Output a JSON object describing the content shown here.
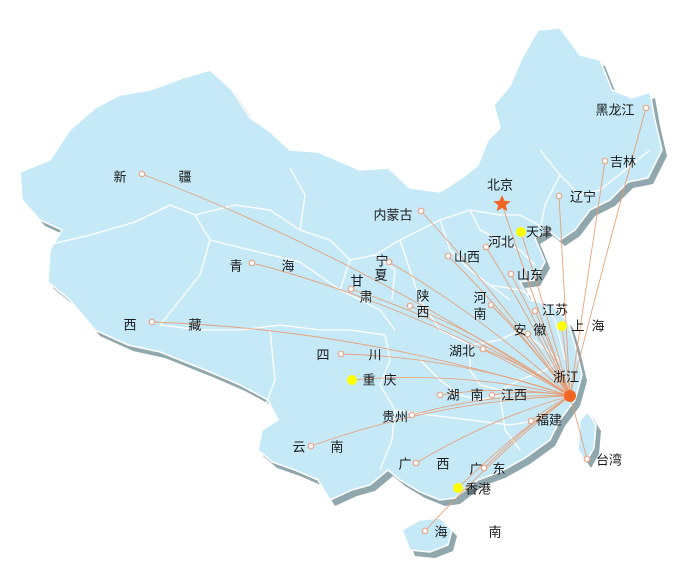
{
  "map": {
    "colors": {
      "land": "#c6e9f8",
      "land_shadow": "#8fa7ad",
      "border": "#ffffff",
      "route": "#e89a6e",
      "hub": "#f26522",
      "city_dot": "#ffff00",
      "province_dot": "#e8a48a",
      "star": "#f26522"
    },
    "hub": {
      "name": "浙江",
      "icon": "hub-dot-icon"
    },
    "capital": {
      "name": "北京",
      "icon": "star-icon"
    },
    "provinces": [
      {
        "id": "xinjiang",
        "parts": [
          "新",
          "疆"
        ]
      },
      {
        "id": "xizang",
        "parts": [
          "西",
          "藏"
        ]
      },
      {
        "id": "qinghai",
        "parts": [
          "青",
          "海"
        ]
      },
      {
        "id": "gansu",
        "parts": [
          "甘",
          "肃"
        ]
      },
      {
        "id": "ningxia",
        "parts": [
          "宁",
          "夏"
        ]
      },
      {
        "id": "neimenggu",
        "parts": [
          "内蒙古"
        ]
      },
      {
        "id": "shaanxi",
        "parts": [
          "陕",
          "西"
        ]
      },
      {
        "id": "shanxi",
        "parts": [
          "山西"
        ]
      },
      {
        "id": "hebei",
        "parts": [
          "河北"
        ]
      },
      {
        "id": "tianjin",
        "parts": [
          "天津"
        ]
      },
      {
        "id": "shandong",
        "parts": [
          "山东"
        ]
      },
      {
        "id": "henan",
        "parts": [
          "河",
          "南"
        ]
      },
      {
        "id": "jiangsu",
        "parts": [
          "江苏"
        ]
      },
      {
        "id": "anhui",
        "parts": [
          "安",
          "徽"
        ]
      },
      {
        "id": "shanghai",
        "parts": [
          "上",
          "海"
        ]
      },
      {
        "id": "hubei",
        "parts": [
          "湖北"
        ]
      },
      {
        "id": "sichuan",
        "parts": [
          "四",
          "川"
        ]
      },
      {
        "id": "chongqing",
        "parts": [
          "重",
          "庆"
        ]
      },
      {
        "id": "guizhou",
        "parts": [
          "贵州"
        ]
      },
      {
        "id": "hunan",
        "parts": [
          "湖",
          "南"
        ]
      },
      {
        "id": "jiangxi",
        "parts": [
          "江西"
        ]
      },
      {
        "id": "fujian",
        "parts": [
          "福建"
        ]
      },
      {
        "id": "taiwan",
        "parts": [
          "台湾"
        ]
      },
      {
        "id": "yunnan",
        "parts": [
          "云",
          "南"
        ]
      },
      {
        "id": "guangxi",
        "parts": [
          "广",
          "西"
        ]
      },
      {
        "id": "guangdong",
        "parts": [
          "广",
          "东"
        ]
      },
      {
        "id": "xianggang",
        "parts": [
          "香港"
        ]
      },
      {
        "id": "hainan",
        "parts": [
          "海",
          "南"
        ]
      },
      {
        "id": "liaoning",
        "parts": [
          "辽宁"
        ]
      },
      {
        "id": "jilin",
        "parts": [
          "吉林"
        ]
      },
      {
        "id": "heilongjiang",
        "parts": [
          "黑龙江"
        ]
      }
    ]
  }
}
